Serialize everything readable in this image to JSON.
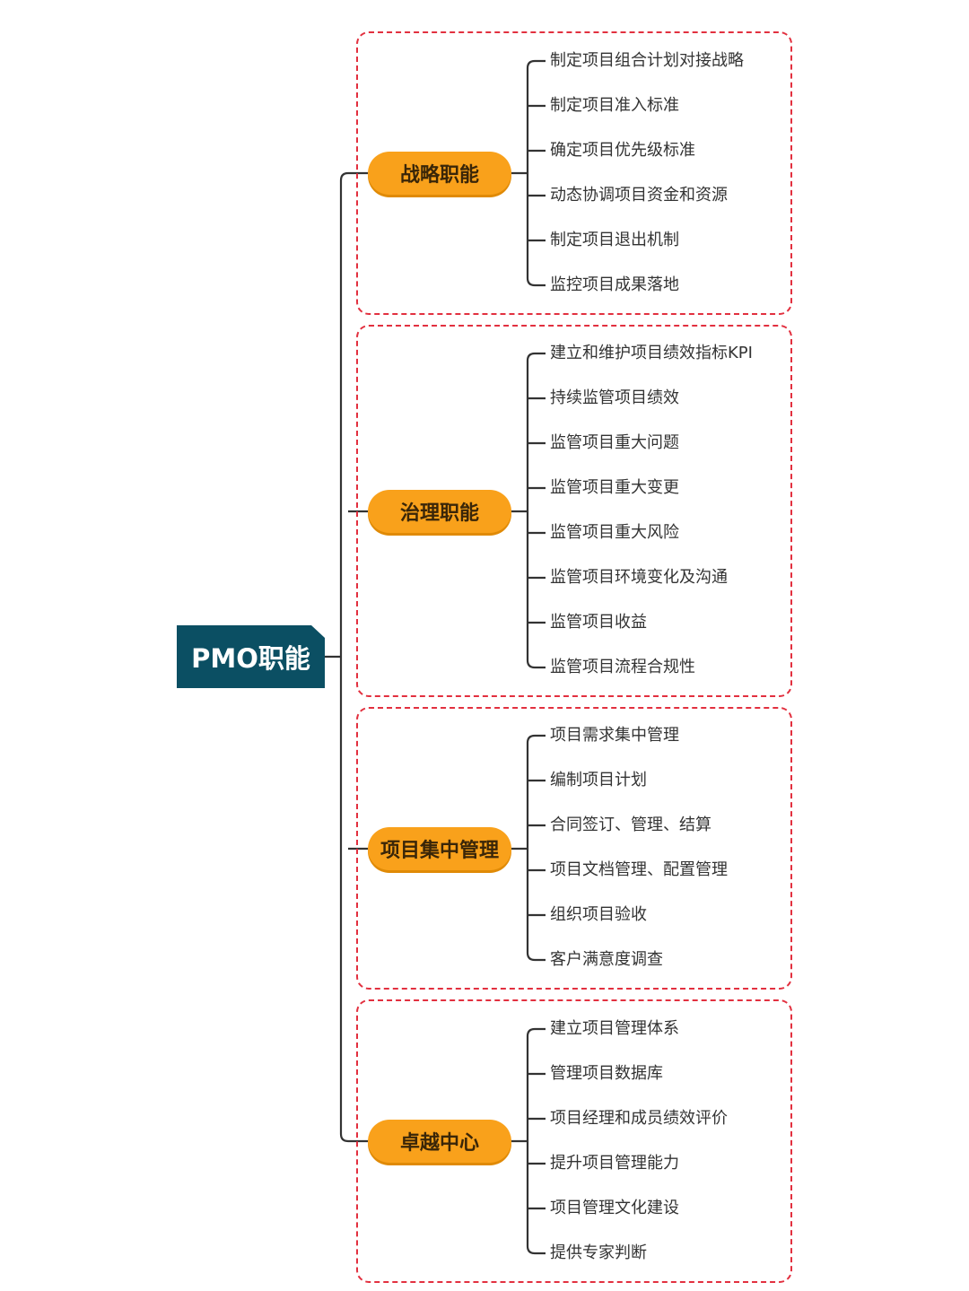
{
  "mindmap": {
    "root": "PMO职能",
    "categories": [
      {
        "label": "战略职能",
        "items": [
          "制定项目组合计划对接战略",
          "制定项目准入标准",
          "确定项目优先级标准",
          "动态协调项目资金和资源",
          "制定项目退出机制",
          "监控项目成果落地"
        ]
      },
      {
        "label": "治理职能",
        "items": [
          "建立和维护项目绩效指标KPI",
          "持续监管项目绩效",
          "监管项目重大问题",
          "监管项目重大变更",
          "监管项目重大风险",
          "监管项目环境变化及沟通",
          "监管项目收益",
          "监管项目流程合规性"
        ]
      },
      {
        "label": "项目集中管理",
        "items": [
          "项目需求集中管理",
          "编制项目计划",
          "合同签订、管理、结算",
          "项目文档管理、配置管理",
          "组织项目验收",
          "客户满意度调查"
        ]
      },
      {
        "label": "卓越中心",
        "items": [
          "建立项目管理体系",
          "管理项目数据库",
          "项目经理和成员绩效评价",
          "提升项目管理能力",
          "项目管理文化建设",
          "提供专家判断"
        ]
      }
    ]
  },
  "colors": {
    "root_bg": "#0b4f63",
    "category_bg": "#f9a11b",
    "group_border": "#e2303f",
    "line": "#333333"
  }
}
